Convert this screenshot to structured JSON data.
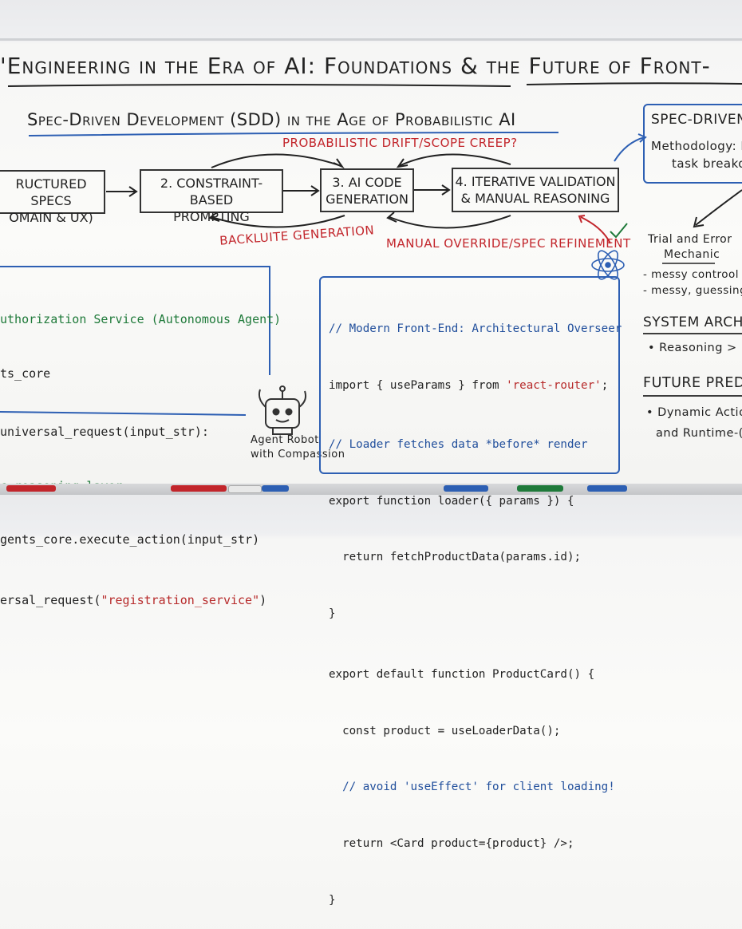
{
  "title": "'Engineering in the Era of AI: Foundations & the Future of Front-",
  "subtitle": "Spec-Driven Development (SDD) in the Age of Probabilistic AI",
  "flow": {
    "box1": [
      "RUCTURED SPECS",
      "OMAIN & UX)"
    ],
    "box2": [
      "2. CONSTRAINT-BASED",
      "PROMPTING"
    ],
    "box3": [
      "3. AI CODE",
      "GENERATION"
    ],
    "box4": [
      "4. ITERATIVE VALIDATION",
      "& MANUAL REASONING"
    ],
    "drift_label": "PROBABILISTIC DRIFT/SCOPE CREEP?",
    "backlite_label": "BACKLUITE GENERATION",
    "override_label": "MANUAL OVERRIDE/SPEC REFINEMENT"
  },
  "left_code": {
    "l1": "uthorization Service (Autonomous Agent)",
    "l2": "ts_core",
    "l3": "universal_request(input_str):",
    "l4": "c reasoning layer",
    "l5": "gents_core.execute_action(input_str)",
    "l6a": "ersal_request(",
    "l6b": "\"registration_service\"",
    "l6c": ")"
  },
  "robot": {
    "caption1": "Agent Robot",
    "caption2": "with Compassion"
  },
  "center_code": {
    "c1": "// Modern Front-End: Architectural Overseer",
    "c2a": "import { useParams } from ",
    "c2b": "'react-router'",
    "c2c": ";",
    "c3": "// Loader fetches data *before* render",
    "c4": "export function loader({ params }) {",
    "c5": "  return fetchProductData(params.id);",
    "c6": "}",
    "c7": "export default function ProductCard() {",
    "c8": "  const product = useLoaderData();",
    "c9": "  // avoid 'useEffect' for client loading!",
    "c10": "  return <Card product={product} />;",
    "c11": "}"
  },
  "right": {
    "spec_title": "SPEC-DRIVEN",
    "spec_line1": "Methodology: F",
    "spec_line2": "task breako",
    "trial_title": "Trial and Error",
    "trial_sub": "Mechanic",
    "trial_b1": "- messy controol",
    "trial_b2": "- messy, guessing",
    "sys_title": "SYSTEM ARCHITE",
    "sys_b1": "• Reasoning > Pro",
    "future_title": "FUTURE PRED",
    "future_b1": "• Dynamic Action",
    "future_b2": "and Runtime-("
  },
  "colors": {
    "marker_red": "#c2252b",
    "marker_blue": "#2d5fb3",
    "marker_green": "#1f7a3a",
    "ink": "#222222"
  }
}
